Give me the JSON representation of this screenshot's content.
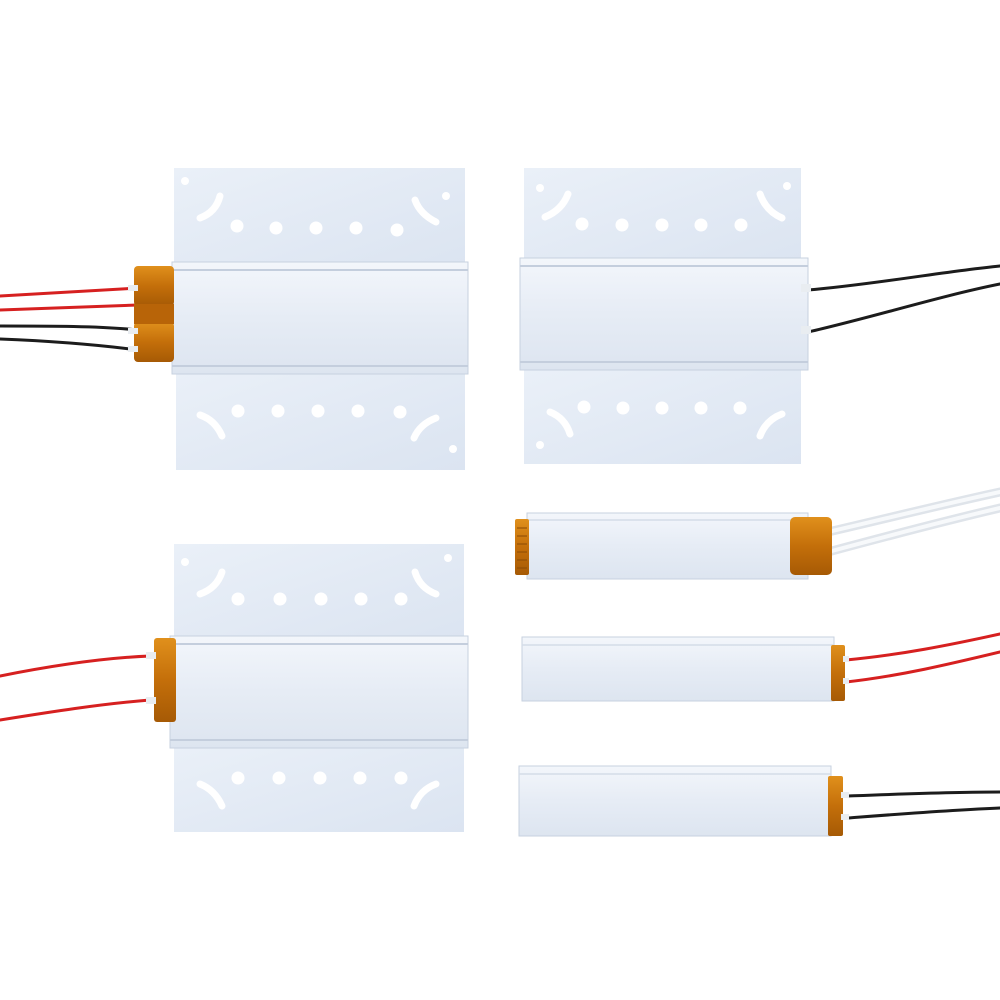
{
  "scene": {
    "background": "#ffffff",
    "colors": {
      "plate": "#e4ecf7",
      "plate_shade": "#d6e0ee",
      "rail": "#edf2f9",
      "rail_line": "#c4cedd",
      "hole": "#ffffff",
      "kapton_tape": "#c8760c",
      "kapton_tape_dark": "#9c5206",
      "wire_red": "#d62020",
      "wire_black": "#1c1c1c",
      "wire_clear": "#e9edf1"
    },
    "objects": [
      {
        "name": "large-finned-heater-top-left",
        "type": "finned-heater",
        "wires": [
          "red",
          "red",
          "black",
          "black"
        ],
        "wire_side": "left"
      },
      {
        "name": "large-finned-heater-top-right",
        "type": "finned-heater",
        "wires": [
          "black",
          "black"
        ],
        "wire_side": "right"
      },
      {
        "name": "large-finned-heater-bottom-left",
        "type": "finned-heater",
        "wires": [
          "red",
          "red"
        ],
        "wire_side": "left"
      },
      {
        "name": "strip-heater-top",
        "type": "strip-heater",
        "wires": [
          "clear",
          "clear"
        ],
        "wire_side": "right"
      },
      {
        "name": "strip-heater-middle",
        "type": "strip-heater",
        "wires": [
          "red",
          "red"
        ],
        "wire_side": "right"
      },
      {
        "name": "strip-heater-bottom",
        "type": "strip-heater",
        "wires": [
          "black",
          "black"
        ],
        "wire_side": "right"
      }
    ]
  }
}
